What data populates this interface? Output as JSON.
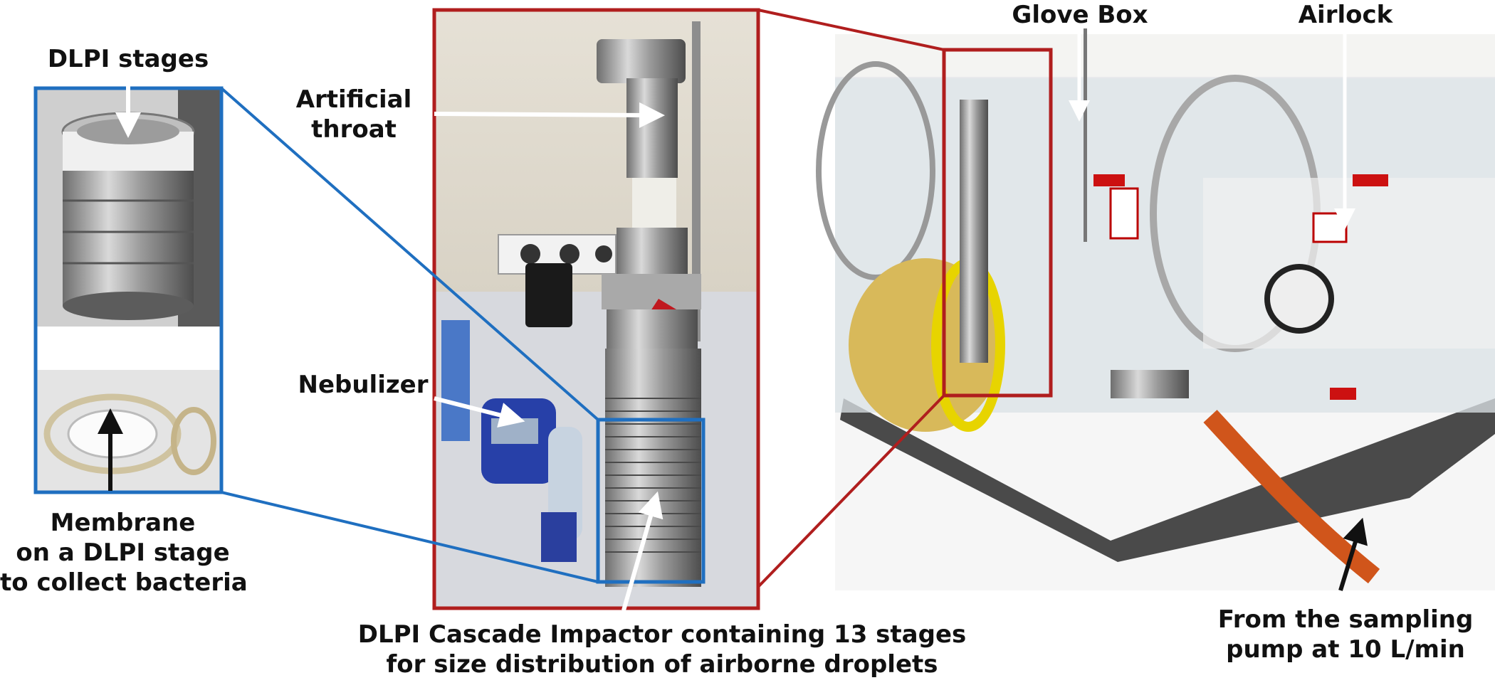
{
  "labels": {
    "dlpi_stages": "DLPI stages",
    "membrane": [
      "Membrane",
      "on a DLPI stage",
      "to collect bacteria"
    ],
    "artificial_throat": [
      "Artificial",
      "throat"
    ],
    "nebulizer": "Nebulizer",
    "glove_box": "Glove Box",
    "airlock": "Airlock",
    "cascade": [
      "DLPI Cascade Impactor containing 13 stages",
      "for size distribution of airborne droplets"
    ],
    "sampling": [
      "From the sampling",
      "pump at 10 L/min"
    ]
  },
  "colors": {
    "blue_frame": "#1f6fc0",
    "red_frame": "#b01e1e",
    "arrow_white": "#ffffff",
    "arrow_black": "#111111"
  }
}
